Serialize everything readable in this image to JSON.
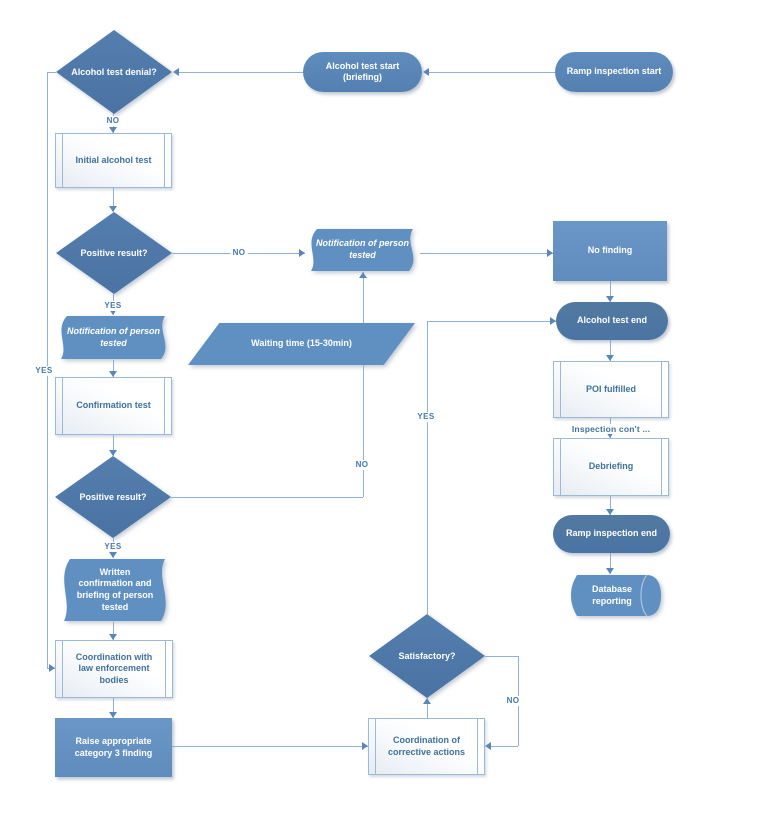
{
  "labels": {
    "yes": "YES",
    "no": "NO",
    "inspection_cont": "Inspection con't ..."
  },
  "nodes": {
    "ramp_inspection_start": "Ramp inspection start",
    "alcohol_test_start": "Alcohol test start (briefing)",
    "alcohol_test_denial": "Alcohol test denial?",
    "initial_alcohol_test": "Initial alcohol test",
    "positive_result_1": "Positive result?",
    "notification_mid": "Notification of person tested",
    "no_finding": "No finding",
    "alcohol_test_end": "Alcohol test end",
    "poi_fulfilled": "POI fulfilled",
    "debriefing": "Debriefing",
    "ramp_inspection_end": "Ramp inspection end",
    "database_reporting": "Database reporting",
    "notification_left": "Notification of person tested",
    "waiting_time": "Waiting time (15-30min)",
    "confirmation_test": "Confirmation test",
    "positive_result_2": "Positive result?",
    "written_confirmation": "Written confirmation and briefing of person tested",
    "coordination_law": "Coordination with law enforcement bodies",
    "raise_category3": "Raise appropriate category 3 finding",
    "satisfactory": "Satisfactory?",
    "coordination_corrective": "Coordination of corrective actions"
  },
  "colors": {
    "shape_blue": "#6090c2",
    "diamond_blue": "#4d77a8",
    "capsule_blue": "#5b87b8",
    "capsule_dark_blue": "#4d76a5",
    "connector_blue": "#8fb1da",
    "text_blue": "#41719c"
  }
}
